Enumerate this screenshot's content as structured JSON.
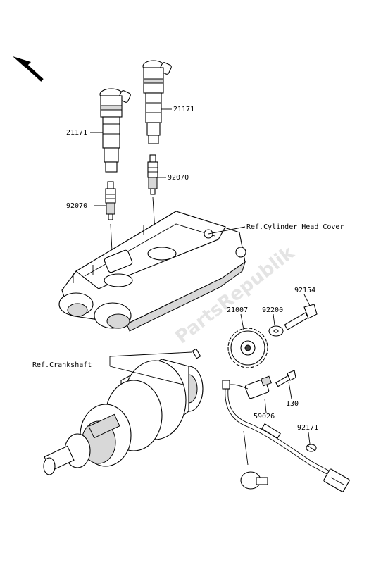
{
  "watermark": "PartsRepublik",
  "labels": {
    "coil_left": "21171",
    "coil_right": "21171",
    "plug_left": "92070",
    "plug_right": "92070",
    "ref_head_cover": "Ref.Cylinder Head Cover",
    "ref_crankshaft": "Ref.Crankshaft",
    "bolt_top": "92154",
    "washer": "92200",
    "rotor": "21007",
    "bolt_small": "130",
    "sensor": "59026",
    "clamp": "92171"
  },
  "icons": {
    "direction": "front-direction-arrow-icon"
  }
}
